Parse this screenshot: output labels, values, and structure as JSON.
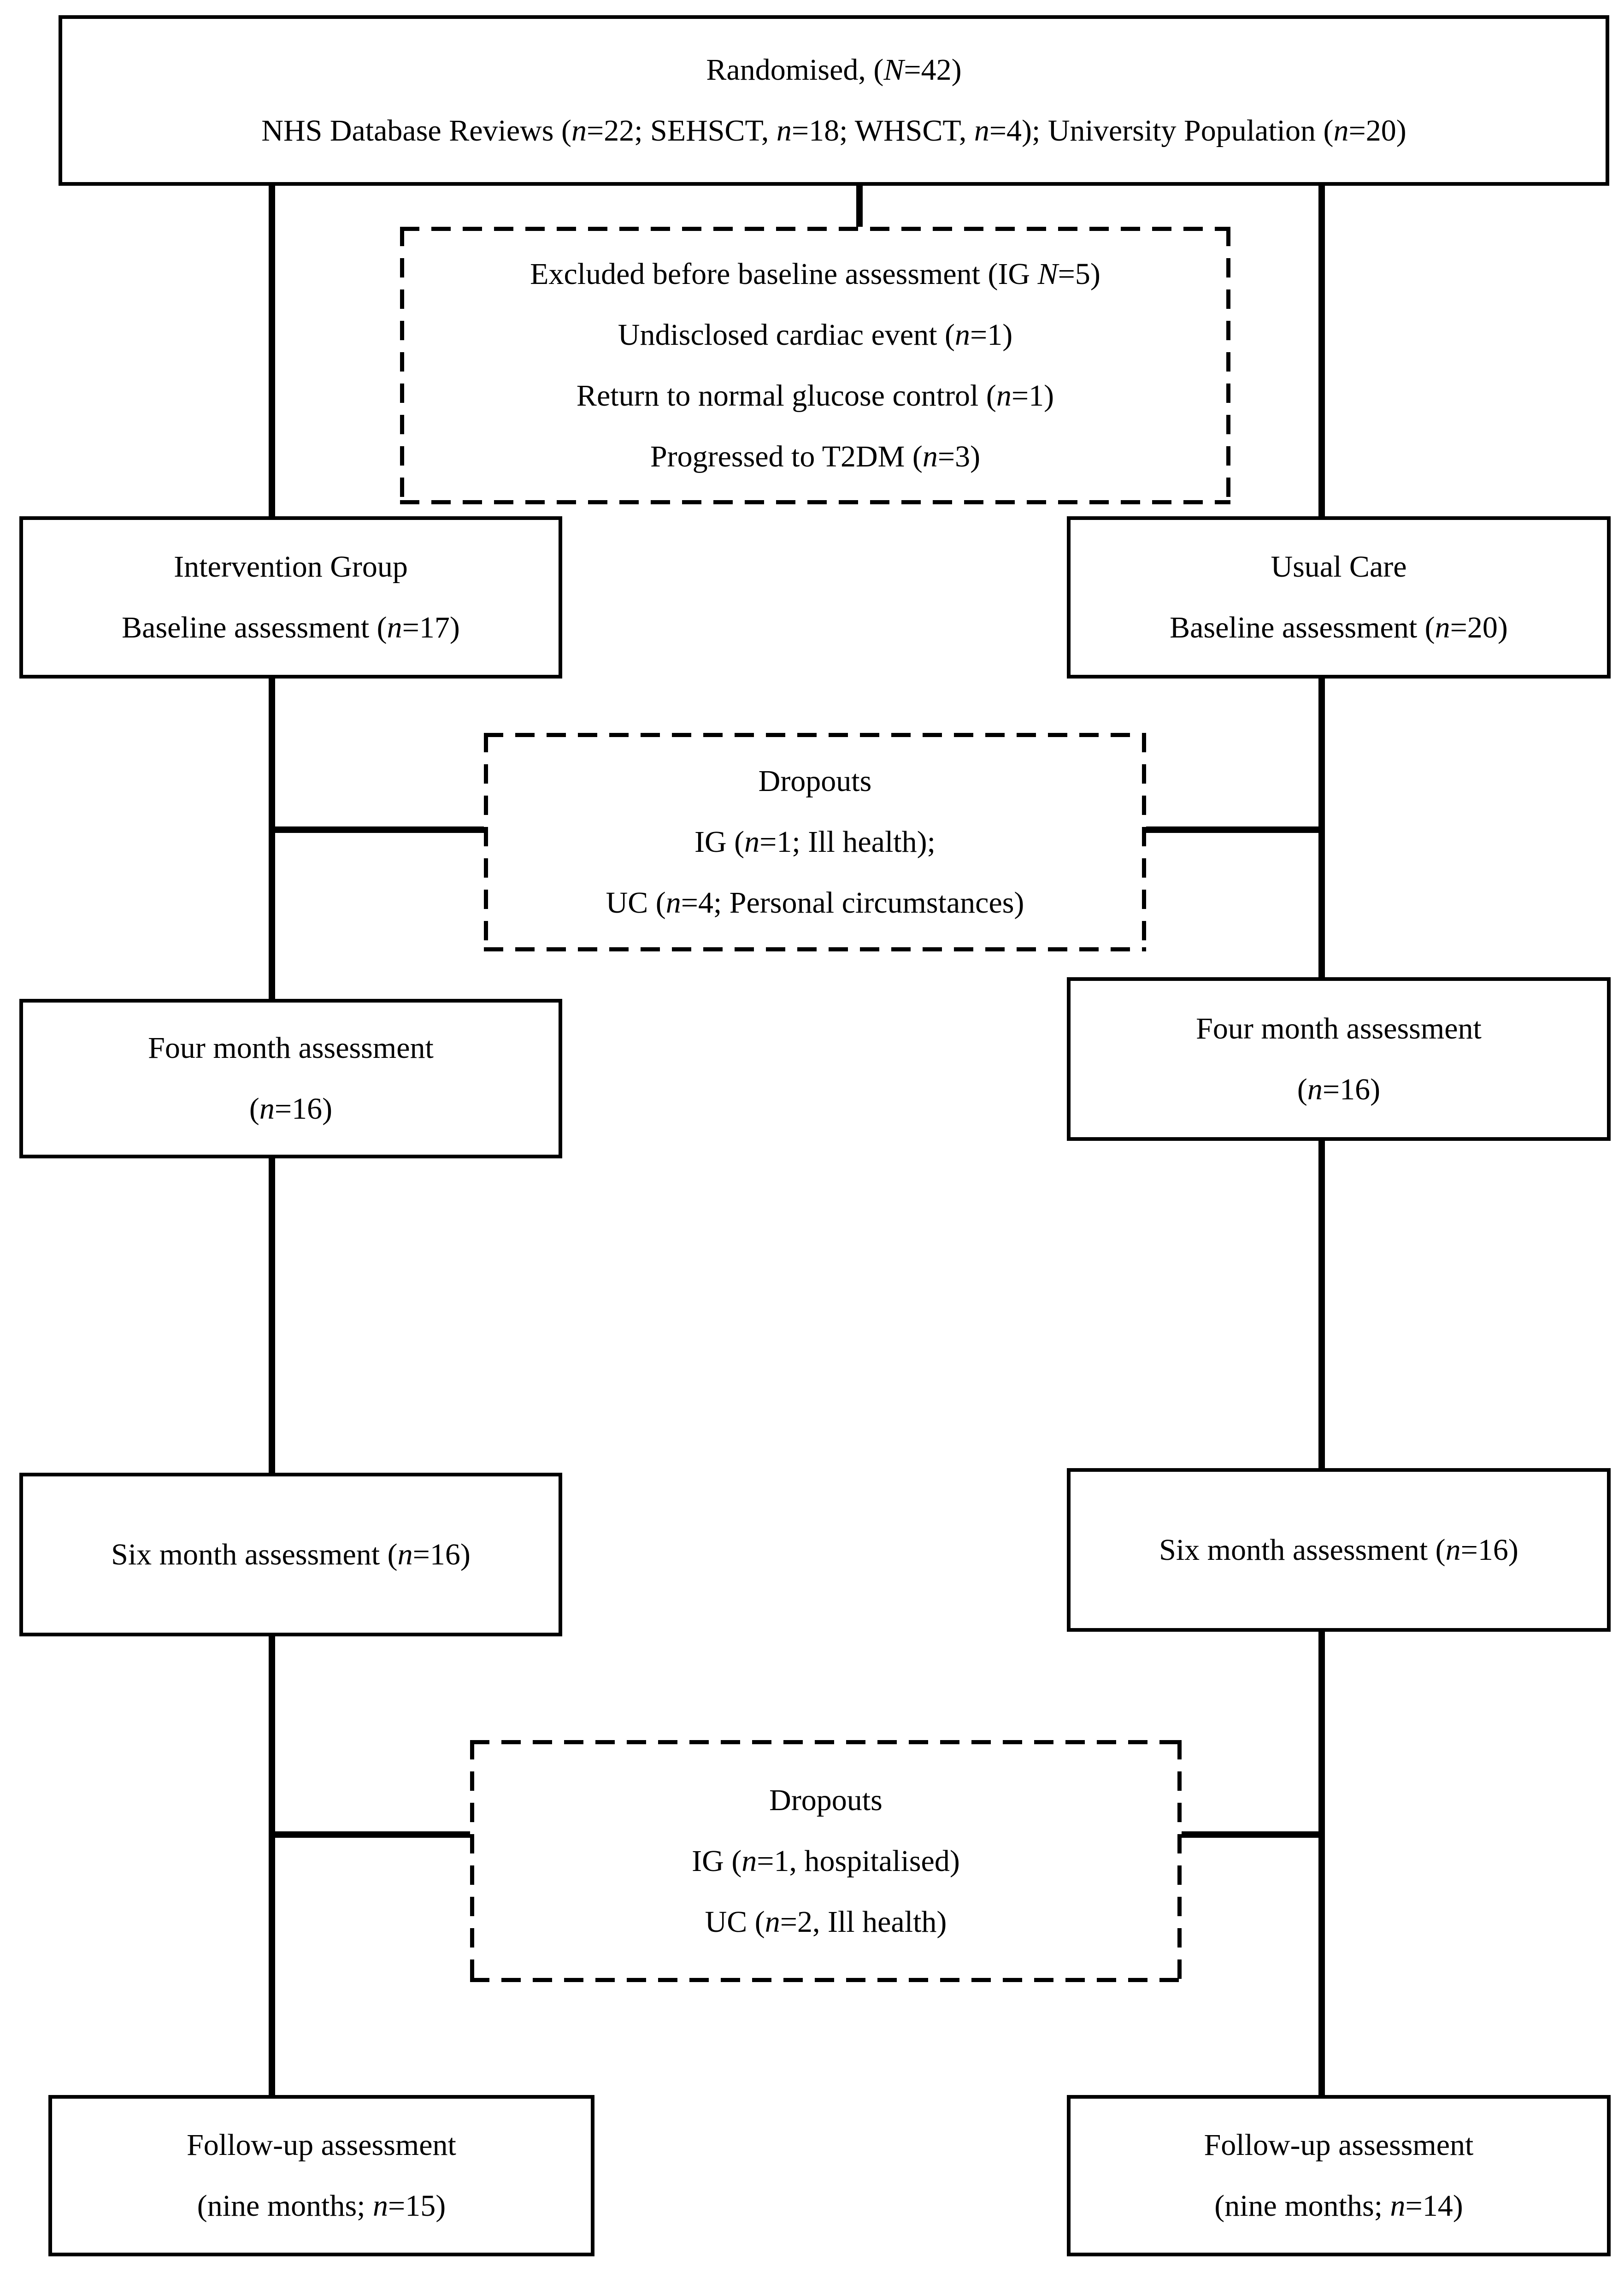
{
  "colors": {
    "stroke": "#000000",
    "background": "#ffffff",
    "text": "#000000"
  },
  "flowchart": {
    "nodes": {
      "randomised": {
        "border": "solid",
        "lines": [
          [
            {
              "t": "Randomised, ("
            },
            {
              "t": "N",
              "i": true
            },
            {
              "t": "=42)"
            }
          ],
          [
            {
              "t": "NHS Database Reviews ("
            },
            {
              "t": "n",
              "i": true
            },
            {
              "t": "=22; SEHSCT, "
            },
            {
              "t": "n",
              "i": true
            },
            {
              "t": "=18; WHSCT, "
            },
            {
              "t": "n",
              "i": true
            },
            {
              "t": "=4); University Population ("
            },
            {
              "t": "n",
              "i": true
            },
            {
              "t": "=20)"
            }
          ]
        ]
      },
      "excluded": {
        "border": "dashed",
        "lines": [
          [
            {
              "t": "Excluded before baseline assessment (IG "
            },
            {
              "t": "N",
              "i": true
            },
            {
              "t": "=5)"
            }
          ],
          [
            {
              "t": "Undisclosed cardiac event ("
            },
            {
              "t": "n",
              "i": true
            },
            {
              "t": "=1)"
            }
          ],
          [
            {
              "t": "Return to normal glucose control ("
            },
            {
              "t": "n",
              "i": true
            },
            {
              "t": "=1)"
            }
          ],
          [
            {
              "t": "Progressed to T2DM ("
            },
            {
              "t": "n",
              "i": true
            },
            {
              "t": "=3)"
            }
          ]
        ]
      },
      "intervention_baseline": {
        "border": "solid",
        "lines": [
          [
            {
              "t": "Intervention Group"
            }
          ],
          [
            {
              "t": "Baseline assessment ("
            },
            {
              "t": "n",
              "i": true
            },
            {
              "t": "=17)"
            }
          ]
        ]
      },
      "usual_care_baseline": {
        "border": "solid",
        "lines": [
          [
            {
              "t": "Usual Care"
            }
          ],
          [
            {
              "t": "Baseline assessment ("
            },
            {
              "t": "n",
              "i": true
            },
            {
              "t": "=20)"
            }
          ]
        ]
      },
      "dropouts_baseline": {
        "border": "dashed",
        "lines": [
          [
            {
              "t": "Dropouts"
            }
          ],
          [
            {
              "t": "IG ("
            },
            {
              "t": "n",
              "i": true
            },
            {
              "t": "=1; Ill health);"
            }
          ],
          [
            {
              "t": "UC ("
            },
            {
              "t": "n",
              "i": true
            },
            {
              "t": "=4; Personal circumstances)"
            }
          ]
        ]
      },
      "four_month_ig": {
        "border": "solid",
        "lines": [
          [
            {
              "t": "Four month assessment"
            }
          ],
          [
            {
              "t": "("
            },
            {
              "t": "n",
              "i": true
            },
            {
              "t": "=16)"
            }
          ]
        ]
      },
      "four_month_uc": {
        "border": "solid",
        "lines": [
          [
            {
              "t": "Four month assessment"
            }
          ],
          [
            {
              "t": "("
            },
            {
              "t": "n",
              "i": true
            },
            {
              "t": "=16)"
            }
          ]
        ]
      },
      "six_month_ig": {
        "border": "solid",
        "lines": [
          [
            {
              "t": "Six month assessment ("
            },
            {
              "t": "n",
              "i": true
            },
            {
              "t": "=16)"
            }
          ]
        ]
      },
      "six_month_uc": {
        "border": "solid",
        "lines": [
          [
            {
              "t": "Six month assessment ("
            },
            {
              "t": "n",
              "i": true
            },
            {
              "t": "=16)"
            }
          ]
        ]
      },
      "dropouts_followup": {
        "border": "dashed",
        "lines": [
          [
            {
              "t": "Dropouts"
            }
          ],
          [
            {
              "t": "IG ("
            },
            {
              "t": "n",
              "i": true
            },
            {
              "t": "=1, hospitalised)"
            }
          ],
          [
            {
              "t": "UC ("
            },
            {
              "t": "n",
              "i": true
            },
            {
              "t": "=2, Ill health)"
            }
          ]
        ]
      },
      "followup_ig": {
        "border": "solid",
        "lines": [
          [
            {
              "t": "Follow-up assessment"
            }
          ],
          [
            {
              "t": "(nine months; "
            },
            {
              "t": "n",
              "i": true
            },
            {
              "t": "=15)"
            }
          ]
        ]
      },
      "followup_uc": {
        "border": "solid",
        "lines": [
          [
            {
              "t": "Follow-up assessment"
            }
          ],
          [
            {
              "t": "(nine months; "
            },
            {
              "t": "n",
              "i": true
            },
            {
              "t": "=14)"
            }
          ]
        ]
      }
    }
  }
}
